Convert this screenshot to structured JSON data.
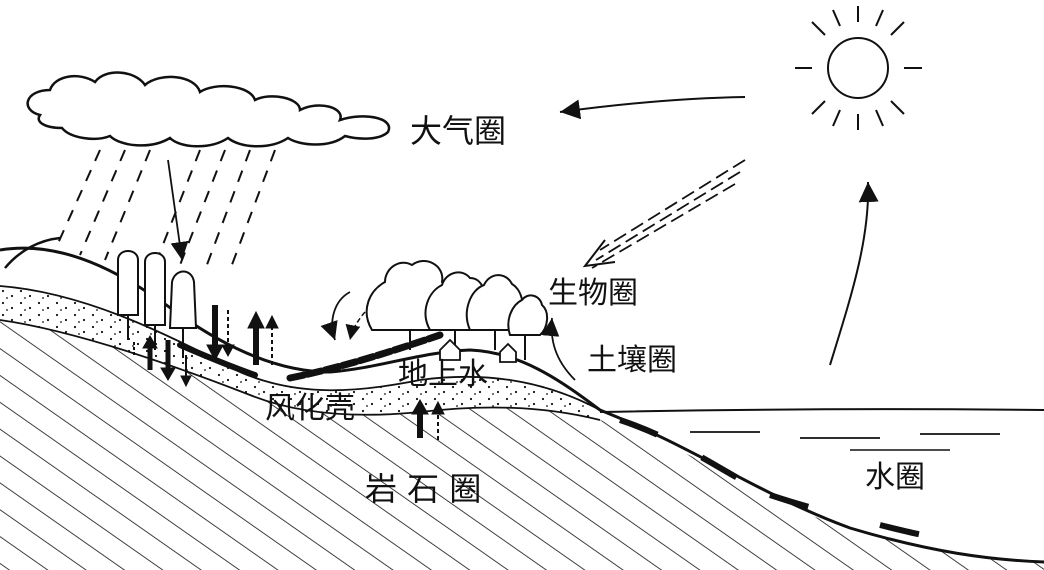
{
  "labels": {
    "atmosphere": "大气圈",
    "biosphere": "生物圈",
    "soil": "土壤圈",
    "groundwater": "地上水",
    "weathering": "风化壳",
    "lithosphere": "岩 石 圈",
    "hydrosphere": "水圈"
  },
  "colors": {
    "ink": "#111111",
    "paper": "#ffffff"
  }
}
